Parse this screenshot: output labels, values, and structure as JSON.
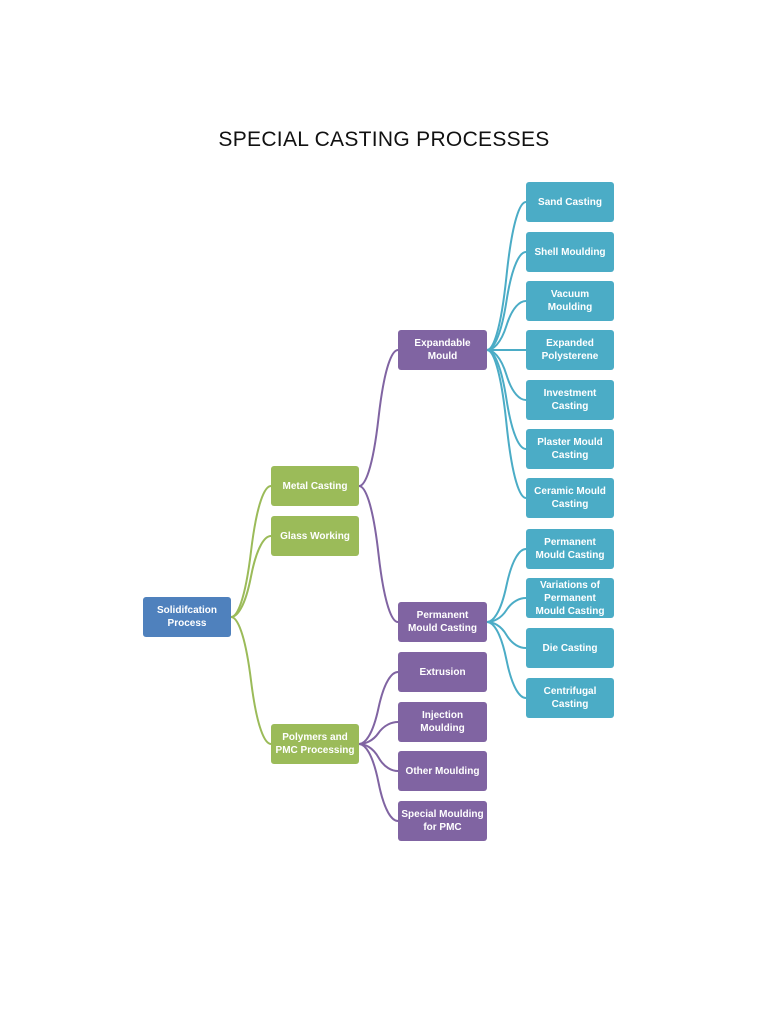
{
  "title": "SPECIAL CASTING PROCESSES",
  "colors": {
    "root": "#4f81bd",
    "level1": "#9bbb59",
    "level2": "#8064a2",
    "level3": "#4bacc6"
  },
  "nodes": {
    "root": "Solidifcation Process",
    "metal_casting": "Metal Casting",
    "glass_working": "Glass Working",
    "polymers": "Polymers and PMC Processing",
    "expandable": "Expandable Mould",
    "permanent": "Permanent Mould Casting",
    "extrusion": "Extrusion",
    "injection": "Injection Moulding",
    "other_moulding": "Other Moulding",
    "special_moulding": "Special Moulding for PMC",
    "sand": "Sand Casting",
    "shell": "Shell Moulding",
    "vacuum": "Vacuum Moulding",
    "polystyrene": "Expanded Polysterene",
    "investment": "Investment Casting",
    "plaster": "Plaster Mould Casting",
    "ceramic": "Ceramic Mould Casting",
    "perm_mould": "Permanent Mould Casting",
    "variations": "Variations of Permanent Mould Casting",
    "die": "Die Casting",
    "centrifugal": "Centrifugal Casting"
  },
  "edges": [
    [
      "root",
      "metal_casting"
    ],
    [
      "root",
      "glass_working"
    ],
    [
      "root",
      "polymers"
    ],
    [
      "metal_casting",
      "expandable"
    ],
    [
      "metal_casting",
      "permanent"
    ],
    [
      "polymers",
      "extrusion"
    ],
    [
      "polymers",
      "injection"
    ],
    [
      "polymers",
      "other_moulding"
    ],
    [
      "polymers",
      "special_moulding"
    ],
    [
      "expandable",
      "sand"
    ],
    [
      "expandable",
      "shell"
    ],
    [
      "expandable",
      "vacuum"
    ],
    [
      "expandable",
      "polystyrene"
    ],
    [
      "expandable",
      "investment"
    ],
    [
      "expandable",
      "plaster"
    ],
    [
      "expandable",
      "ceramic"
    ],
    [
      "permanent",
      "perm_mould"
    ],
    [
      "permanent",
      "variations"
    ],
    [
      "permanent",
      "die"
    ],
    [
      "permanent",
      "centrifugal"
    ]
  ]
}
